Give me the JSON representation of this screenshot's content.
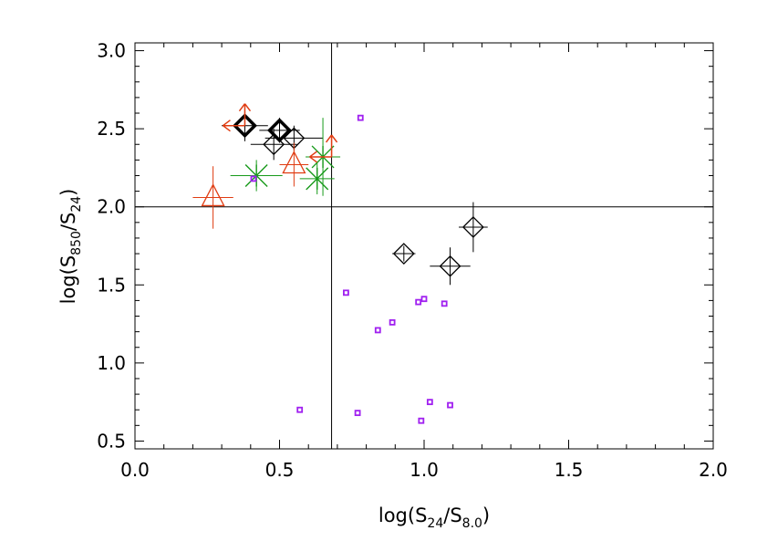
{
  "chart_data": {
    "type": "scatter",
    "xlabel": {
      "pre": "log(S",
      "sub1": "24",
      "mid": "/S",
      "sub2": "8.0",
      "post": ")"
    },
    "ylabel": {
      "pre": "log(S",
      "sub1": "850",
      "mid": "/S",
      "sub2": "24",
      "post": ")"
    },
    "xlim": [
      0.0,
      2.0
    ],
    "ylim": [
      0.45,
      3.05
    ],
    "xticks": [
      0.0,
      0.5,
      1.0,
      1.5,
      2.0
    ],
    "xtick_labels": [
      "0.0",
      "0.5",
      "1.0",
      "1.5",
      "2.0"
    ],
    "yticks": [
      0.5,
      1.0,
      1.5,
      2.0,
      2.5,
      3.0
    ],
    "ytick_labels": [
      "0.5",
      "1.0",
      "1.5",
      "2.0",
      "2.5",
      "3.0"
    ],
    "grid": false,
    "reference_lines": {
      "x": 0.68,
      "y": 2.0
    },
    "colors": {
      "black": "#000000",
      "red": "#e03c12",
      "green": "#179a1a",
      "purple": "#a020f0"
    },
    "series": [
      {
        "marker": "diamond-bold",
        "color": "#000000",
        "points": [
          {
            "x": 0.38,
            "y": 2.52,
            "xerr": 0.08,
            "yerr": 0.1
          },
          {
            "x": 0.5,
            "y": 2.49,
            "xerr": 0.07,
            "yerr": 0.08
          }
        ]
      },
      {
        "marker": "diamond",
        "color": "#000000",
        "points": [
          {
            "x": 0.48,
            "y": 2.4,
            "xerr": 0.08,
            "yerr": 0.1
          },
          {
            "x": 0.55,
            "y": 2.44,
            "xerr": 0.1,
            "yerr": 0.08
          },
          {
            "x": 0.93,
            "y": 1.7,
            "xerr": 0.04,
            "yerr": 0.05
          },
          {
            "x": 1.09,
            "y": 1.62,
            "xerr": 0.07,
            "yerr": 0.12
          },
          {
            "x": 1.17,
            "y": 1.87,
            "xerr": 0.05,
            "yerr": 0.16
          }
        ]
      },
      {
        "marker": "triangle",
        "color": "#e03c12",
        "points": [
          {
            "x": 0.27,
            "y": 2.06,
            "xerr": 0.07,
            "yerr": 0.2
          },
          {
            "x": 0.55,
            "y": 2.27,
            "xerr": 0.05,
            "yerr": 0.14
          }
        ]
      },
      {
        "marker": "asterisk",
        "color": "#179a1a",
        "points": [
          {
            "x": 0.42,
            "y": 2.2,
            "xerr": 0.09,
            "yerr": 0.1
          },
          {
            "x": 0.63,
            "y": 2.18,
            "xerr": 0.06,
            "yerr": 0.1
          },
          {
            "x": 0.65,
            "y": 2.32,
            "xerr": 0.06,
            "yerr": 0.25
          }
        ]
      },
      {
        "marker": "square",
        "color": "#a020f0",
        "points": [
          {
            "x": 0.41,
            "y": 2.18
          },
          {
            "x": 0.57,
            "y": 0.7
          },
          {
            "x": 0.73,
            "y": 1.45
          },
          {
            "x": 0.77,
            "y": 0.68
          },
          {
            "x": 0.78,
            "y": 2.57
          },
          {
            "x": 0.84,
            "y": 1.21
          },
          {
            "x": 0.89,
            "y": 1.26
          },
          {
            "x": 0.98,
            "y": 1.39
          },
          {
            "x": 0.99,
            "y": 0.63
          },
          {
            "x": 1.0,
            "y": 1.41
          },
          {
            "x": 1.02,
            "y": 0.75
          },
          {
            "x": 1.07,
            "y": 1.38
          },
          {
            "x": 1.09,
            "y": 0.73
          }
        ]
      }
    ],
    "limit_arrows": [
      {
        "x": 0.38,
        "y": 2.52,
        "directions": [
          "left",
          "up"
        ],
        "color": "#e03c12"
      },
      {
        "x": 0.68,
        "y": 2.32,
        "directions": [
          "left",
          "up"
        ],
        "color": "#e03c12"
      }
    ]
  }
}
